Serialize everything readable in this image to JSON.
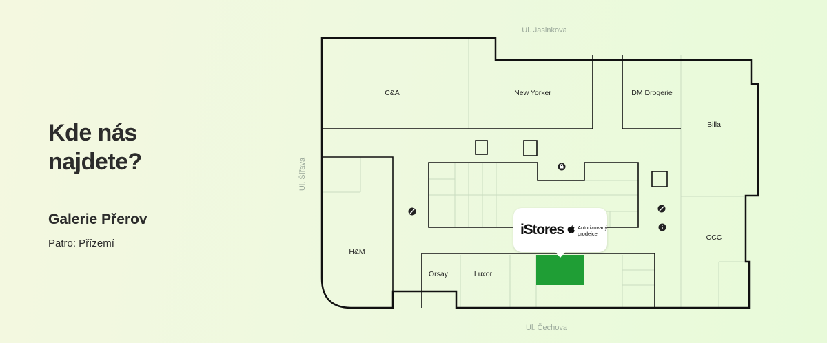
{
  "heading": {
    "line1": "Kde nás",
    "line2": "najdete?"
  },
  "place": "Galerie Přerov",
  "floor": "Patro: Přízemí",
  "streets": {
    "top": "Ul. Jasinkova",
    "left": "Ul. Šířava",
    "bottom": "Ul. Čechova"
  },
  "stores": {
    "ca": "C&A",
    "new_yorker": "New Yorker",
    "dm": "DM Drogerie",
    "billa": "Billa",
    "hm": "H&M",
    "ccc": "CCC",
    "orsay": "Orsay",
    "luxor": "Luxor"
  },
  "badge": {
    "brand": "iStores",
    "authorized": "Autorizovaný prodejce"
  },
  "colors": {
    "highlight": "#1f9e35",
    "walls": "#111111",
    "background": "#eef9df"
  },
  "icons": [
    "escalator-icon",
    "lock-icon",
    "info-icon"
  ]
}
